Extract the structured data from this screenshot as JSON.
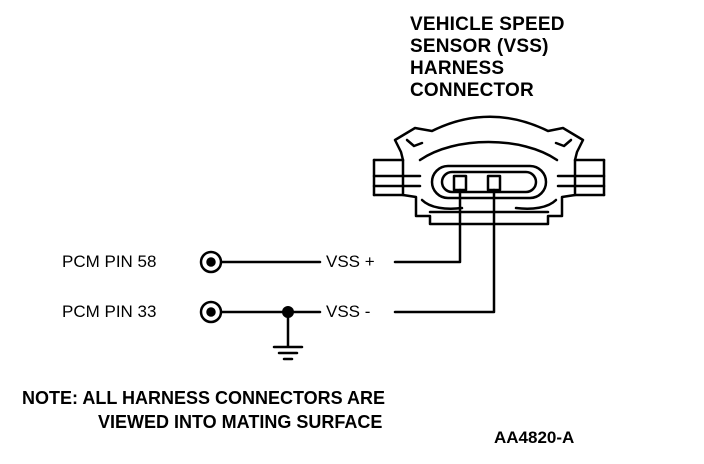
{
  "connector_title": {
    "line1": "VEHICLE SPEED",
    "line2": "SENSOR (VSS)",
    "line3": "HARNESS",
    "line4": "CONNECTOR"
  },
  "pins": [
    {
      "label": "PCM PIN 58",
      "signal": "VSS +"
    },
    {
      "label": "PCM PIN 33",
      "signal": "VSS -"
    }
  ],
  "note": {
    "line1": "NOTE: ALL HARNESS CONNECTORS ARE",
    "line2": "VIEWED INTO MATING SURFACE"
  },
  "figure_id": "AA4820-A",
  "colors": {
    "ink": "#000000",
    "background": "#ffffff"
  },
  "icons": [
    "pin-terminal-icon",
    "ground-symbol-icon",
    "splice-dot-icon",
    "harness-connector-icon"
  ]
}
